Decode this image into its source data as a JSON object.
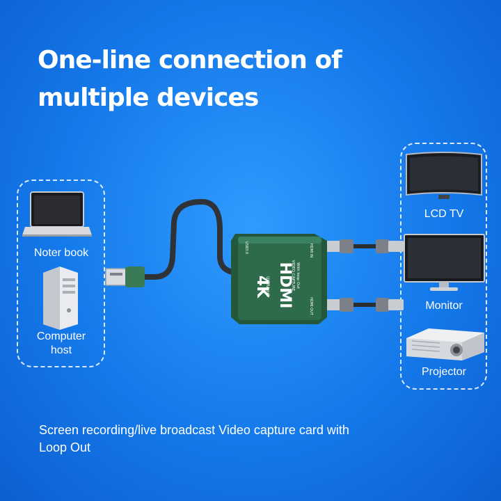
{
  "headline": {
    "line1": "One-line connection of",
    "line2": "multiple devices"
  },
  "left_devices": {
    "notebook": "Noter book",
    "computer_line1": "Computer",
    "computer_line2": "host"
  },
  "right_devices": {
    "tv": "LCD TV",
    "monitor": "Monitor",
    "projector": "Projector"
  },
  "capture_card": {
    "badge_4k": "4K",
    "ultra_hd": "ULTRA HD",
    "hdmi": "HDMI",
    "video_capture": "VIDEO CAPTURE",
    "with_loop_out": "With loop Out",
    "port_in": "HDMI IN",
    "port_out": "HDMI OUT",
    "usb_label": "USB3.0"
  },
  "caption": {
    "line1": "Screen recording/live broadcast Video capture card with",
    "line2": "Loop Out"
  },
  "colors": {
    "background": "#1479ea",
    "card_green": "#2e6b4a",
    "text": "#ffffff"
  }
}
